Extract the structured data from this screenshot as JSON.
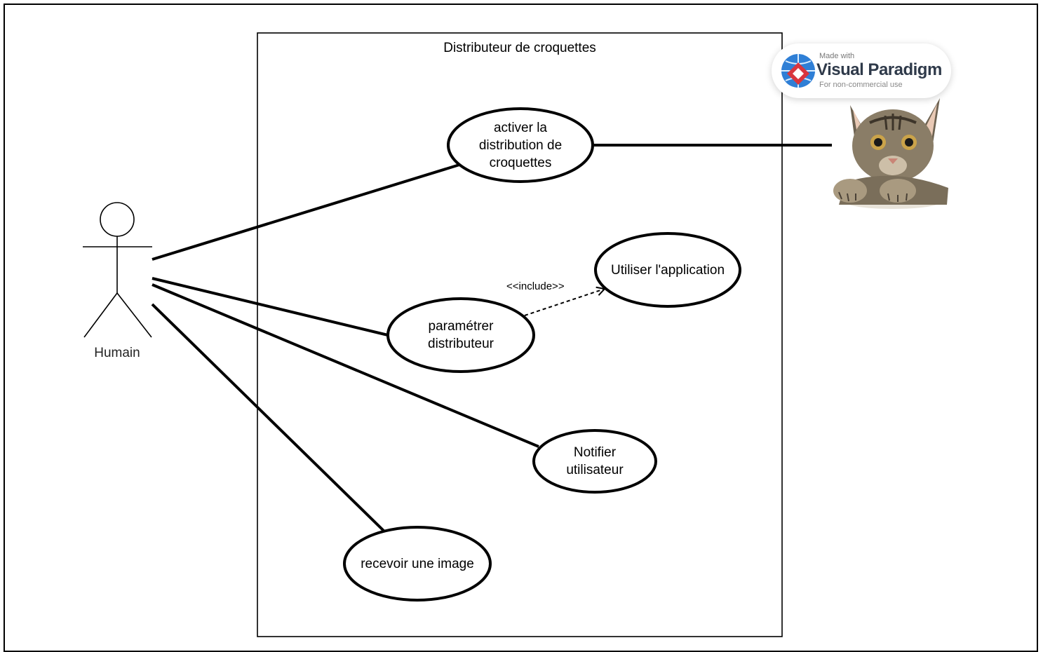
{
  "diagram": {
    "system": {
      "title": "Distributeur de croquettes"
    },
    "actor": {
      "name": "Humain"
    },
    "use_cases": [
      {
        "id": "activer",
        "label": "activer la\ndistribution de\ncroquettes"
      },
      {
        "id": "utiliser",
        "label": "Utiliser l'application"
      },
      {
        "id": "parametrer",
        "label": "paramétrer\ndistributeur"
      },
      {
        "id": "notifier",
        "label": "Notifier\nutilisateur"
      },
      {
        "id": "recevoir",
        "label": "recevoir une image"
      }
    ],
    "include_label": "<<include>>",
    "associations": [
      {
        "from": "Humain",
        "to": "activer"
      },
      {
        "from": "Humain",
        "to": "parametrer"
      },
      {
        "from": "Humain",
        "to": "notifier"
      },
      {
        "from": "Humain",
        "to": "recevoir"
      },
      {
        "from": "cat",
        "to": "activer"
      }
    ],
    "includes": [
      {
        "from": "parametrer",
        "to": "utiliser"
      }
    ]
  },
  "watermark": {
    "made_with": "Made with",
    "brand": "Visual Paradigm",
    "note": "For non-commercial use"
  },
  "secondary_actor": {
    "icon": "cat-icon"
  }
}
